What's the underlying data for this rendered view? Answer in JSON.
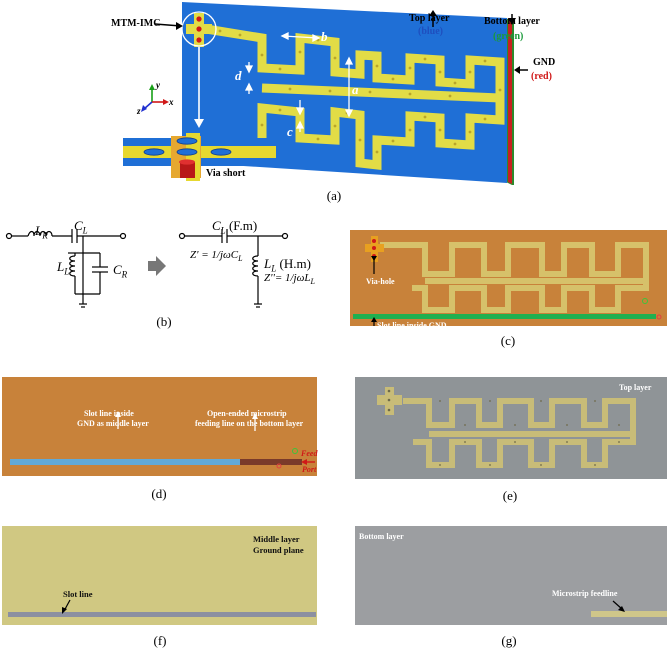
{
  "captions": {
    "a": "(a)",
    "b": "(b)",
    "c": "(c)",
    "d": "(d)",
    "e": "(e)",
    "f": "(f)",
    "g": "(g)"
  },
  "panel_a": {
    "mtm_label": "MTM-IMC",
    "top_layer": "Top layer",
    "top_layer_color": "(blue)",
    "bottom_layer": "Bottom layer",
    "bottom_layer_color": "(green)",
    "gnd": "GND",
    "gnd_color": "(red)",
    "dim_a": "a",
    "dim_b": "b",
    "dim_c": "c",
    "dim_d": "d",
    "axis_x": "x",
    "axis_y": "y",
    "axis_z": "z",
    "via_short": "Via short",
    "colors": {
      "substrate": "#1f6fd6",
      "trace": "#e6e04a",
      "via_red": "#d01818",
      "green_label": "#1a9a3a",
      "red_label": "#d01818",
      "blue_label": "#1f4fbf"
    }
  },
  "panel_b": {
    "LR": "L",
    "LR_sub": "R",
    "CL": "C",
    "CL_sub": "L",
    "LL": "L",
    "LL_sub": "L",
    "CR": "C",
    "CR_sub": "R",
    "CL_fm": "(F.m)",
    "LL_hm": "(H.m)",
    "Zp": "Z' = 1/jωC",
    "Zp_sub": "L",
    "Zpp": "Z''= 1/jωL",
    "Zpp_sub": "L"
  },
  "panel_c": {
    "via_hole": "Via-hole",
    "slot_line": "Slot line inside GND"
  },
  "panel_d": {
    "slot_mid_1": "Slot line inside",
    "slot_mid_2": "GND as middle layer",
    "open_1": "Open-ended microstrip",
    "open_2": "feeding line on the bottom layer",
    "feed": "Feed",
    "port": "Port"
  },
  "panel_e": {
    "top_layer": "Top layer"
  },
  "panel_f": {
    "middle_1": "Middle layer",
    "middle_2": "Ground plane",
    "slot_line": "Slot line"
  },
  "panel_g": {
    "bottom_layer": "Bottom layer",
    "microstrip": "Microstrip feedline"
  }
}
